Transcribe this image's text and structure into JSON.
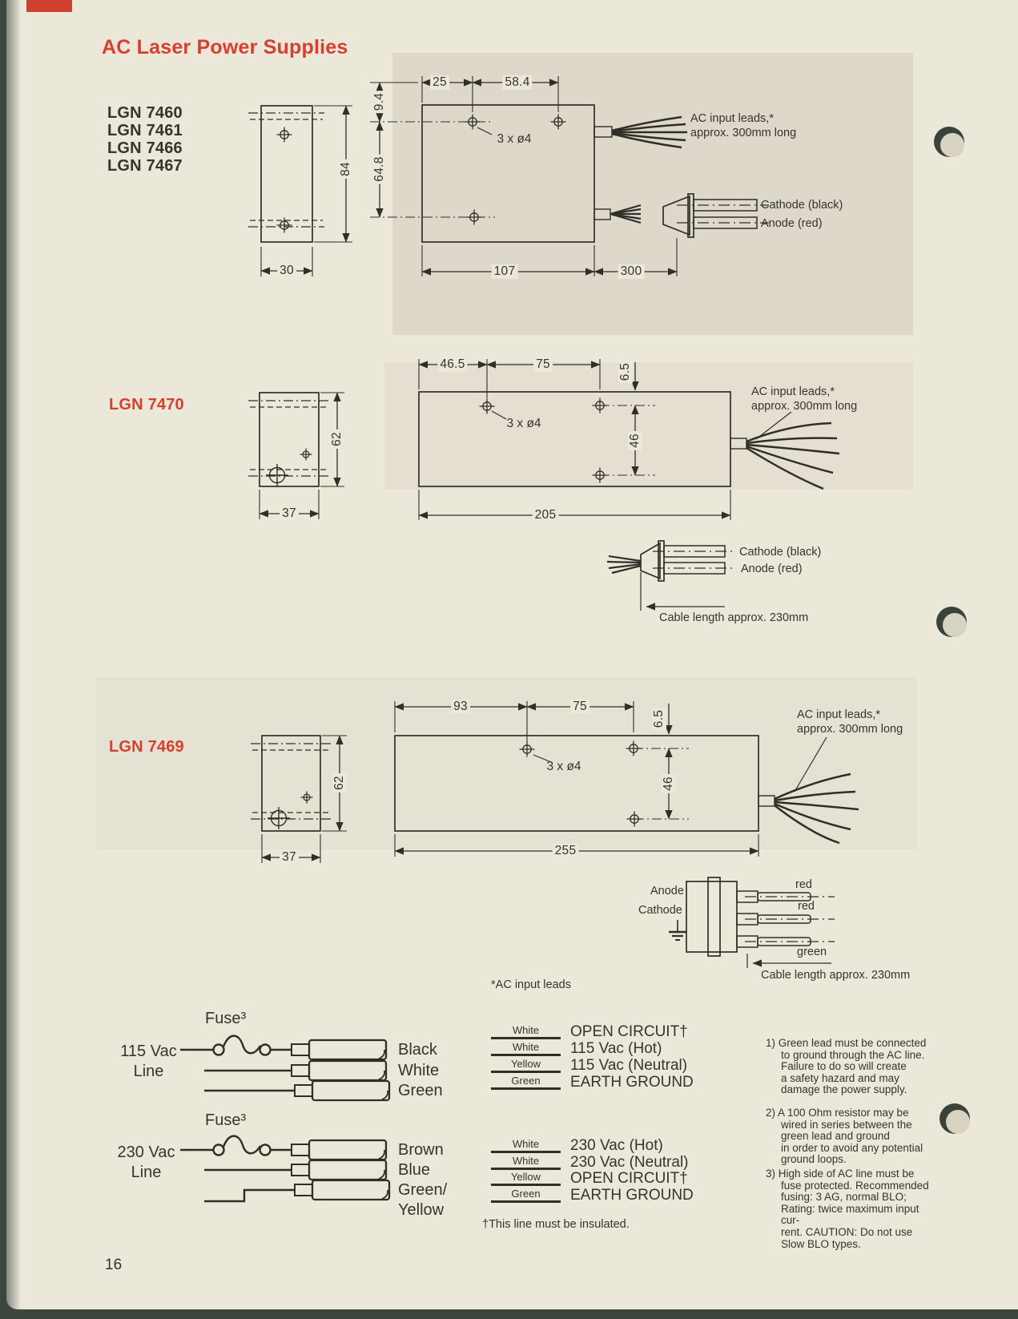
{
  "page": {
    "title": "AC Laser Power Supplies",
    "page_number": "16",
    "footnote_ac": "*AC input leads",
    "footnote_dagger": "†This line must be insulated."
  },
  "models": {
    "group1": [
      "LGN 7460",
      "LGN 7461",
      "LGN 7466",
      "LGN 7467"
    ],
    "group2": "LGN 7470",
    "group3": "LGN 7469"
  },
  "drawing1": {
    "d25": "25",
    "d58_4": "58.4",
    "d9_4": "9.4",
    "d64_8": "64.8",
    "d107": "107",
    "d300": "300",
    "d84": "84",
    "d30": "30",
    "holes": "3 x ø4",
    "ac_leads": "AC input leads,*\napprox. 300mm long",
    "cathode": "Cathode (black)",
    "anode": "Anode (red)"
  },
  "drawing2": {
    "d46_5": "46.5",
    "d75": "75",
    "d6_5": "6.5",
    "d46": "46",
    "d205": "205",
    "d62": "62",
    "d37": "37",
    "holes": "3 x ø4",
    "ac_leads": "AC input leads,*\napprox. 300mm long",
    "cathode": "Cathode (black)",
    "anode": "Anode (red)",
    "cable_length": "Cable length approx. 230mm"
  },
  "drawing3": {
    "d93": "93",
    "d75": "75",
    "d6_5": "6.5",
    "d46": "46",
    "d255": "255",
    "d62": "62",
    "d37": "37",
    "holes": "3 x ø4",
    "ac_leads": "AC input leads,*\napprox. 300mm long",
    "anode": "Anode",
    "cathode": "Cathode",
    "red1": "red",
    "red2": "red",
    "green": "green",
    "cable_length": "Cable length approx. 230mm"
  },
  "wiring": {
    "line115": {
      "label": "115 Vac\nLine",
      "fuse": "Fuse³",
      "wires": [
        "Black",
        "White",
        "Green"
      ]
    },
    "line230": {
      "label": "230 Vac\nLine",
      "fuse": "Fuse³",
      "wires": [
        "Brown",
        "Blue",
        "Green/\nYellow"
      ]
    },
    "table115": [
      {
        "color": "White",
        "function": "OPEN CIRCUIT†"
      },
      {
        "color": "White",
        "function": "115 Vac (Hot)"
      },
      {
        "color": "Yellow",
        "function": "115 Vac (Neutral)"
      },
      {
        "color": "Green",
        "function": "EARTH GROUND"
      }
    ],
    "table230": [
      {
        "color": "White",
        "function": "230 Vac (Hot)"
      },
      {
        "color": "White",
        "function": "230 Vac (Neutral)"
      },
      {
        "color": "Yellow",
        "function": "OPEN CIRCUIT†"
      },
      {
        "color": "Green",
        "function": "EARTH GROUND"
      }
    ]
  },
  "notes": [
    "1) Green lead must be connected\nto ground through the AC line.\nFailure to do so will create\na safety hazard and may\ndamage the power supply.",
    "2) A 100 Ohm resistor may be\nwired in series between the\ngreen lead and ground\nin order to avoid any potential\nground loops.",
    "3) High side of AC line must be\nfuse protected. Recommended\nfusing: 3 AG, normal BLO;\nRating: twice maximum input cur-\nrent. CAUTION: Do not use\nSlow BLO types."
  ],
  "colors": {
    "accent_red": "#d6402f",
    "ink": "#35352e",
    "paper": "#ebe7d9"
  }
}
